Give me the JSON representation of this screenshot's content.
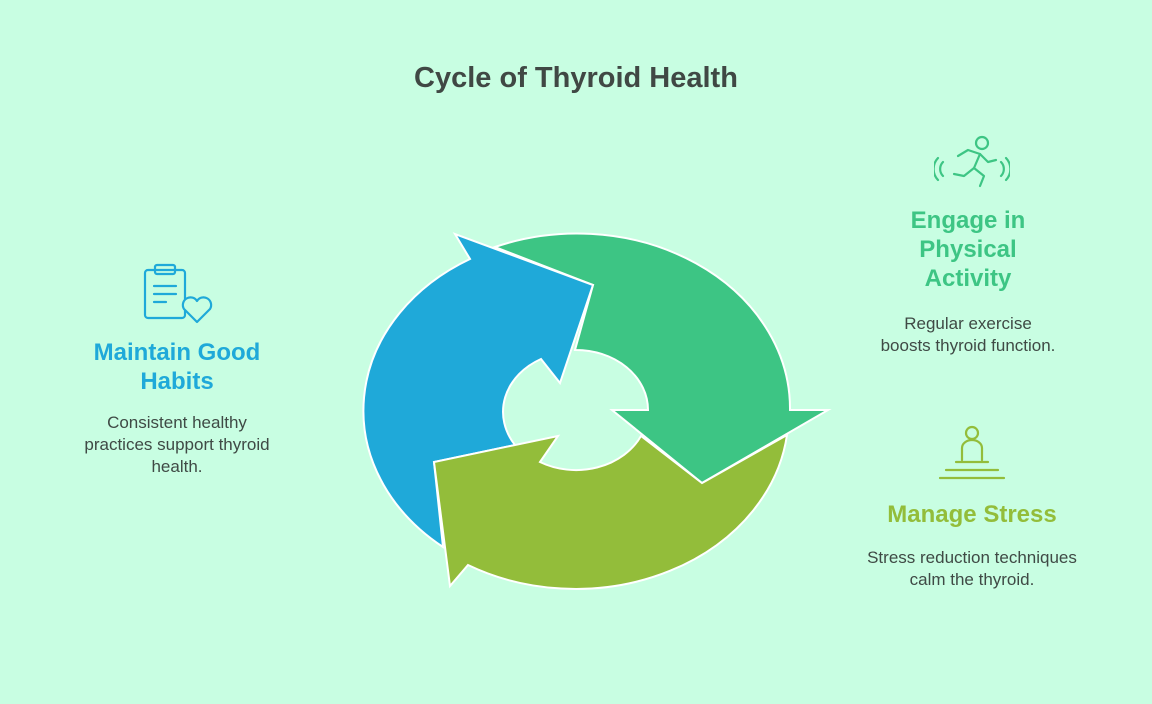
{
  "title": "Cycle of Thyroid Health",
  "colors": {
    "background": "#c8fee2",
    "blue": "#1fa9d9",
    "green": "#3dc584",
    "olive": "#93bd3a"
  },
  "steps": [
    {
      "heading": "Maintain Good Habits",
      "description": "Consistent healthy practices support thyroid health.",
      "icon": "clipboard-heart-icon"
    },
    {
      "heading": "Engage in Physical Activity",
      "description": "Regular exercise boosts thyroid function.",
      "icon": "running-person-icon"
    },
    {
      "heading": "Manage Stress",
      "description": "Stress reduction techniques calm the thyroid.",
      "icon": "meditation-icon"
    }
  ]
}
